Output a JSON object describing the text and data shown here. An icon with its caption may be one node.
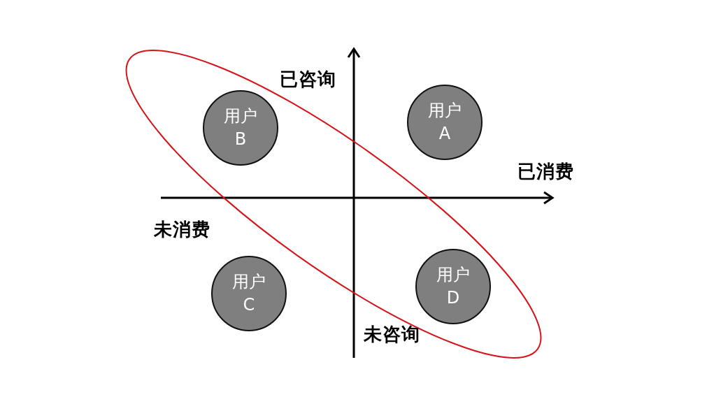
{
  "diagram": {
    "nodes": [
      {
        "text": [
          "用户B"
        ]
      },
      {
        "text": [
          "用户A"
        ]
      },
      {
        "text": [
          "用户C"
        ]
      },
      {
        "text": [
          "用户D"
        ]
      }
    ],
    "edges": [],
    "labels": [
      "已咨询",
      "已消费",
      "未消费",
      "未咨询"
    ]
  }
}
